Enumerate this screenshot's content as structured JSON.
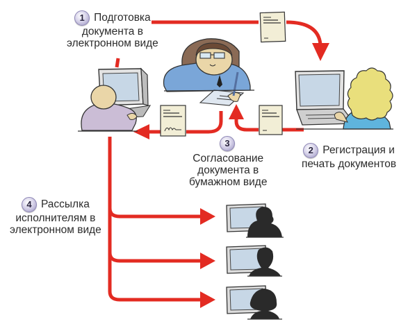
{
  "diagram": {
    "type": "document workflow illustration",
    "colors": {
      "arrow": "#e32b22",
      "badge": "#c9c3e3",
      "screen": "#c7d7e6",
      "paper": "#f2eed6",
      "silhouette": "#2a2a2a"
    },
    "steps": [
      {
        "number": "1",
        "lines": [
          "Подготовка",
          "документа в",
          "электронном виде"
        ]
      },
      {
        "number": "2",
        "lines": [
          "Регистрация и",
          "печать документов"
        ]
      },
      {
        "number": "3",
        "lines": [
          "Согласование",
          "документа в",
          "бумажном виде"
        ]
      },
      {
        "number": "4",
        "lines": [
          "Рассылка",
          "исполнителям в",
          "электронном виде"
        ]
      }
    ],
    "actors": [
      {
        "name": "clerk-at-desktop",
        "icon": "desktop-computer-icon"
      },
      {
        "name": "manager-signing",
        "icon": "manager-icon"
      },
      {
        "name": "registrar-at-laptop",
        "icon": "laptop-icon"
      },
      {
        "name": "executor-1",
        "icon": "silhouette-computer-icon"
      },
      {
        "name": "executor-2",
        "icon": "silhouette-computer-icon"
      },
      {
        "name": "executor-3",
        "icon": "silhouette-computer-icon"
      }
    ]
  }
}
